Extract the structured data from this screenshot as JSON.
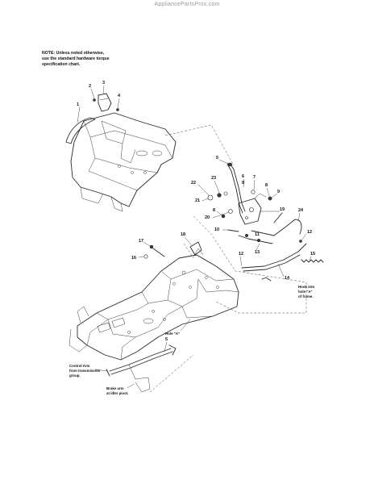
{
  "watermark": "AppliancePartsPros.com",
  "note": {
    "line1": "NOTE: Unless noted otherwise,",
    "line2": "use the standard hardware torque",
    "line3": "specification chart."
  },
  "callouts": {
    "c1": "1",
    "c2": "2",
    "c3": "3",
    "c4": "4",
    "c5": "5",
    "c6": "6",
    "c7": "7",
    "c8a": "8",
    "c8b": "8",
    "c8c": "8",
    "c9": "9",
    "c10": "10",
    "c11": "11",
    "c12a": "12",
    "c12b": "12",
    "c13": "13",
    "c14": "14",
    "c15": "15",
    "c16": "16",
    "c17": "17",
    "c18": "18",
    "c19": "19",
    "c20": "20",
    "c21": "21",
    "c22": "22",
    "c23": "23",
    "c24": "24",
    "c5b": "5"
  },
  "annotations": {
    "hook_1": "Hook into",
    "hook_2": "hole \"A\"",
    "hook_3": "of frame.",
    "hole_a": "Hole \"A\"",
    "control_1": "Control Arm",
    "control_2": "from transmission",
    "control_3": "group.",
    "brake_1": "Brake arm",
    "brake_2": "at idler pivot."
  }
}
